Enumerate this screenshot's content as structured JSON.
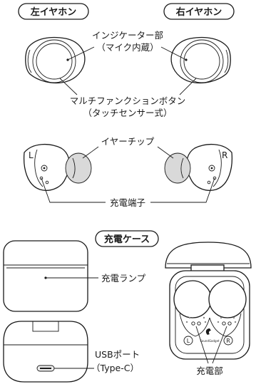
{
  "headings": {
    "left_earphone": "左イヤホン",
    "right_earphone": "右イヤホン",
    "charging_case": "充電ケース"
  },
  "labels": {
    "indicator_line1": "インジケーター部",
    "indicator_line2": "（マイク内蔵）",
    "multifunction_line1": "マルチファンクションボタン",
    "multifunction_line2": "（タッチセンサー式）",
    "ear_tip": "イヤーチップ",
    "charging_terminal": "充電端子",
    "charging_lamp": "充電ランプ",
    "usb_port_line1": "USBポート",
    "usb_port_line2": "（Type-C）",
    "charging_part": "充電部"
  },
  "marks": {
    "left_side": "L",
    "right_side": "R",
    "case_slot_left": "L",
    "case_slot_right": "R",
    "brand_logo_text": "SoundGadget"
  }
}
